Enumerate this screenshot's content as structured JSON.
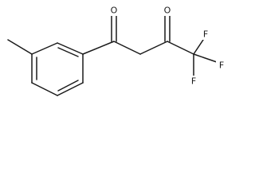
{
  "molecule": {
    "atoms": {
      "oxygen_1": "O",
      "oxygen_2": "O",
      "fluorine_top": "F",
      "fluorine_right": "F",
      "fluorine_bottom": "F"
    }
  }
}
